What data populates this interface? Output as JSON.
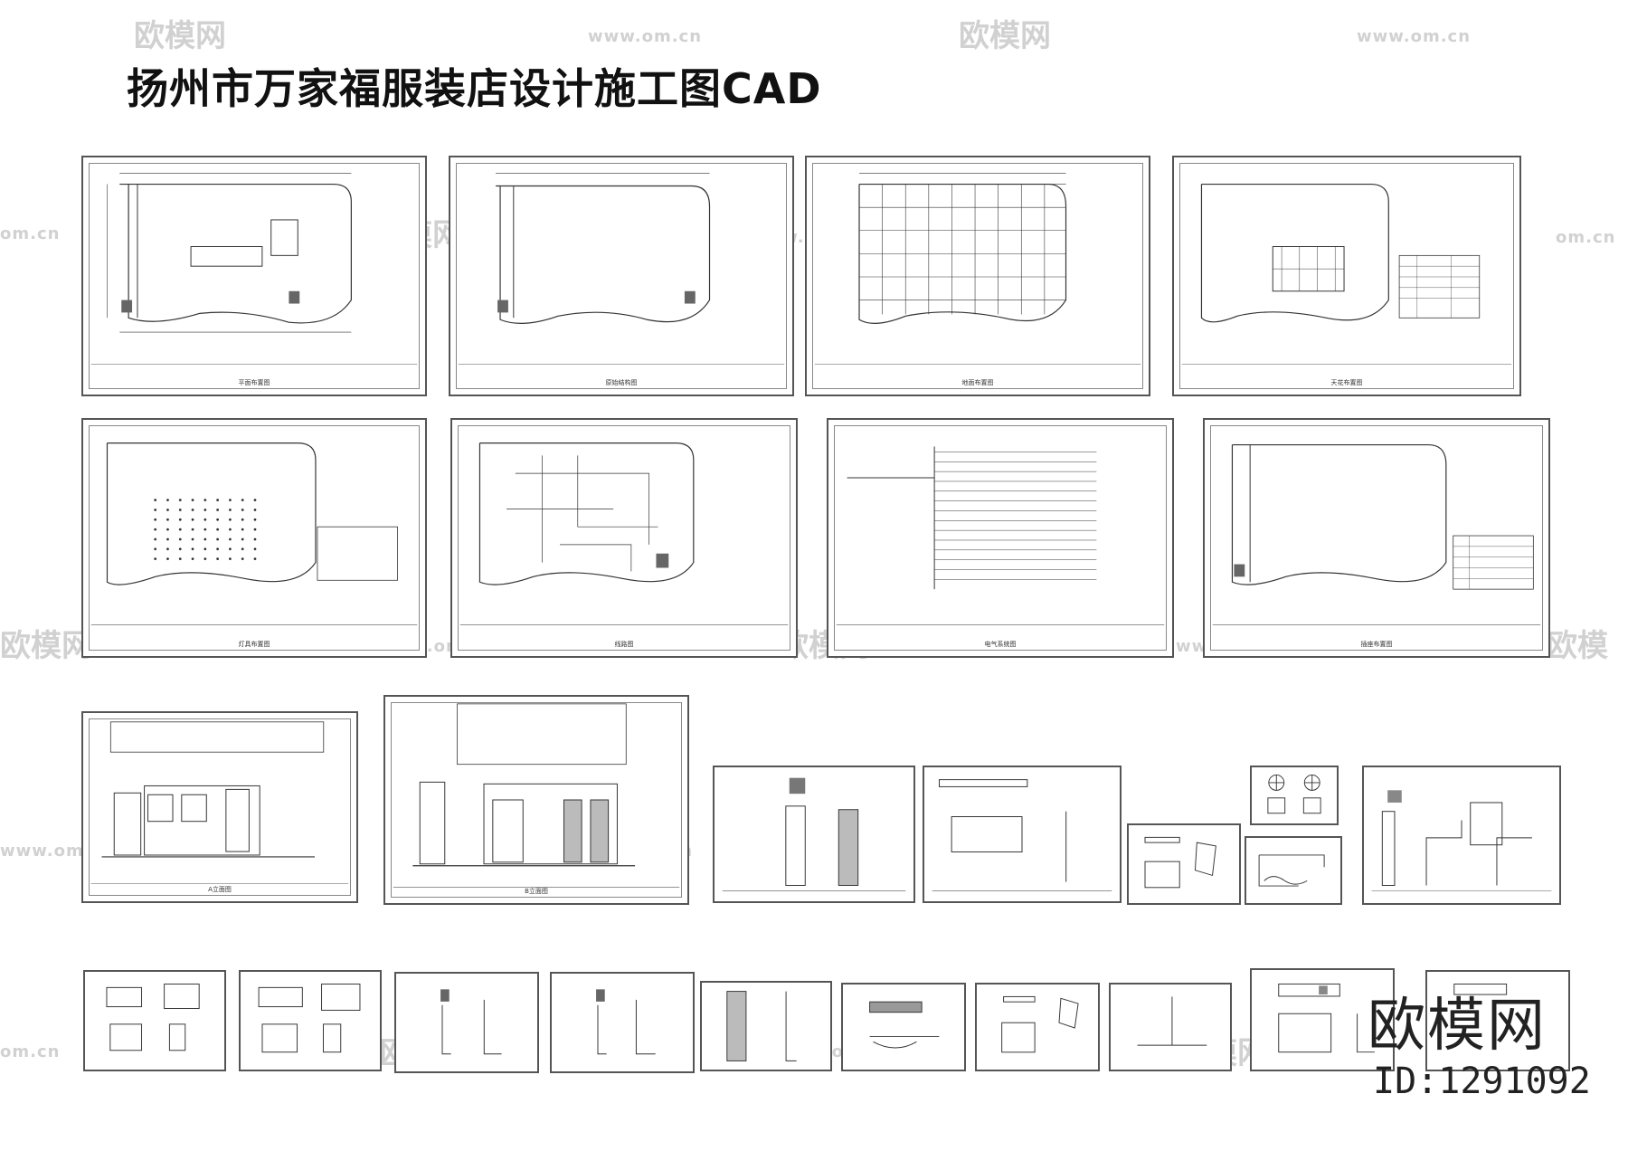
{
  "document": {
    "title": "扬州市万家福服装店设计施工图CAD",
    "brand_logo_text": "欧模网",
    "doc_id": "ID:1291092"
  },
  "watermark": {
    "logo_text": "欧模网",
    "url_text": "www.om.cn",
    "url_fragment": "om.cn",
    "logo_fragment": "欧模"
  },
  "sheets": [
    {
      "kind": "plan-furniture",
      "caption": "平面布置图"
    },
    {
      "kind": "plan-empty",
      "caption": "原始结构图"
    },
    {
      "kind": "plan-grid",
      "caption": "地面布置图"
    },
    {
      "kind": "plan-ceiling",
      "caption": "天花布置图"
    },
    {
      "kind": "plan-lights",
      "caption": "灯具布置图"
    },
    {
      "kind": "plan-wiring",
      "caption": "线路图"
    },
    {
      "kind": "schematic",
      "caption": "电气系统图"
    },
    {
      "kind": "plan-empty",
      "caption": "插座布置图"
    },
    {
      "kind": "elevation",
      "caption": "A立面图"
    },
    {
      "kind": "elevation",
      "caption": "B立面图"
    },
    {
      "kind": "detail",
      "caption": ""
    },
    {
      "kind": "detail",
      "caption": ""
    },
    {
      "kind": "detail",
      "caption": ""
    },
    {
      "kind": "detail",
      "caption": ""
    },
    {
      "kind": "detail",
      "caption": ""
    },
    {
      "kind": "detail",
      "caption": ""
    },
    {
      "kind": "detail",
      "caption": ""
    },
    {
      "kind": "detail",
      "caption": ""
    },
    {
      "kind": "detail",
      "caption": ""
    },
    {
      "kind": "detail",
      "caption": ""
    },
    {
      "kind": "detail",
      "caption": ""
    },
    {
      "kind": "detail",
      "caption": ""
    },
    {
      "kind": "detail",
      "caption": ""
    },
    {
      "kind": "detail",
      "caption": ""
    },
    {
      "kind": "detail",
      "caption": ""
    },
    {
      "kind": "detail",
      "caption": ""
    },
    {
      "kind": "detail",
      "caption": ""
    }
  ]
}
